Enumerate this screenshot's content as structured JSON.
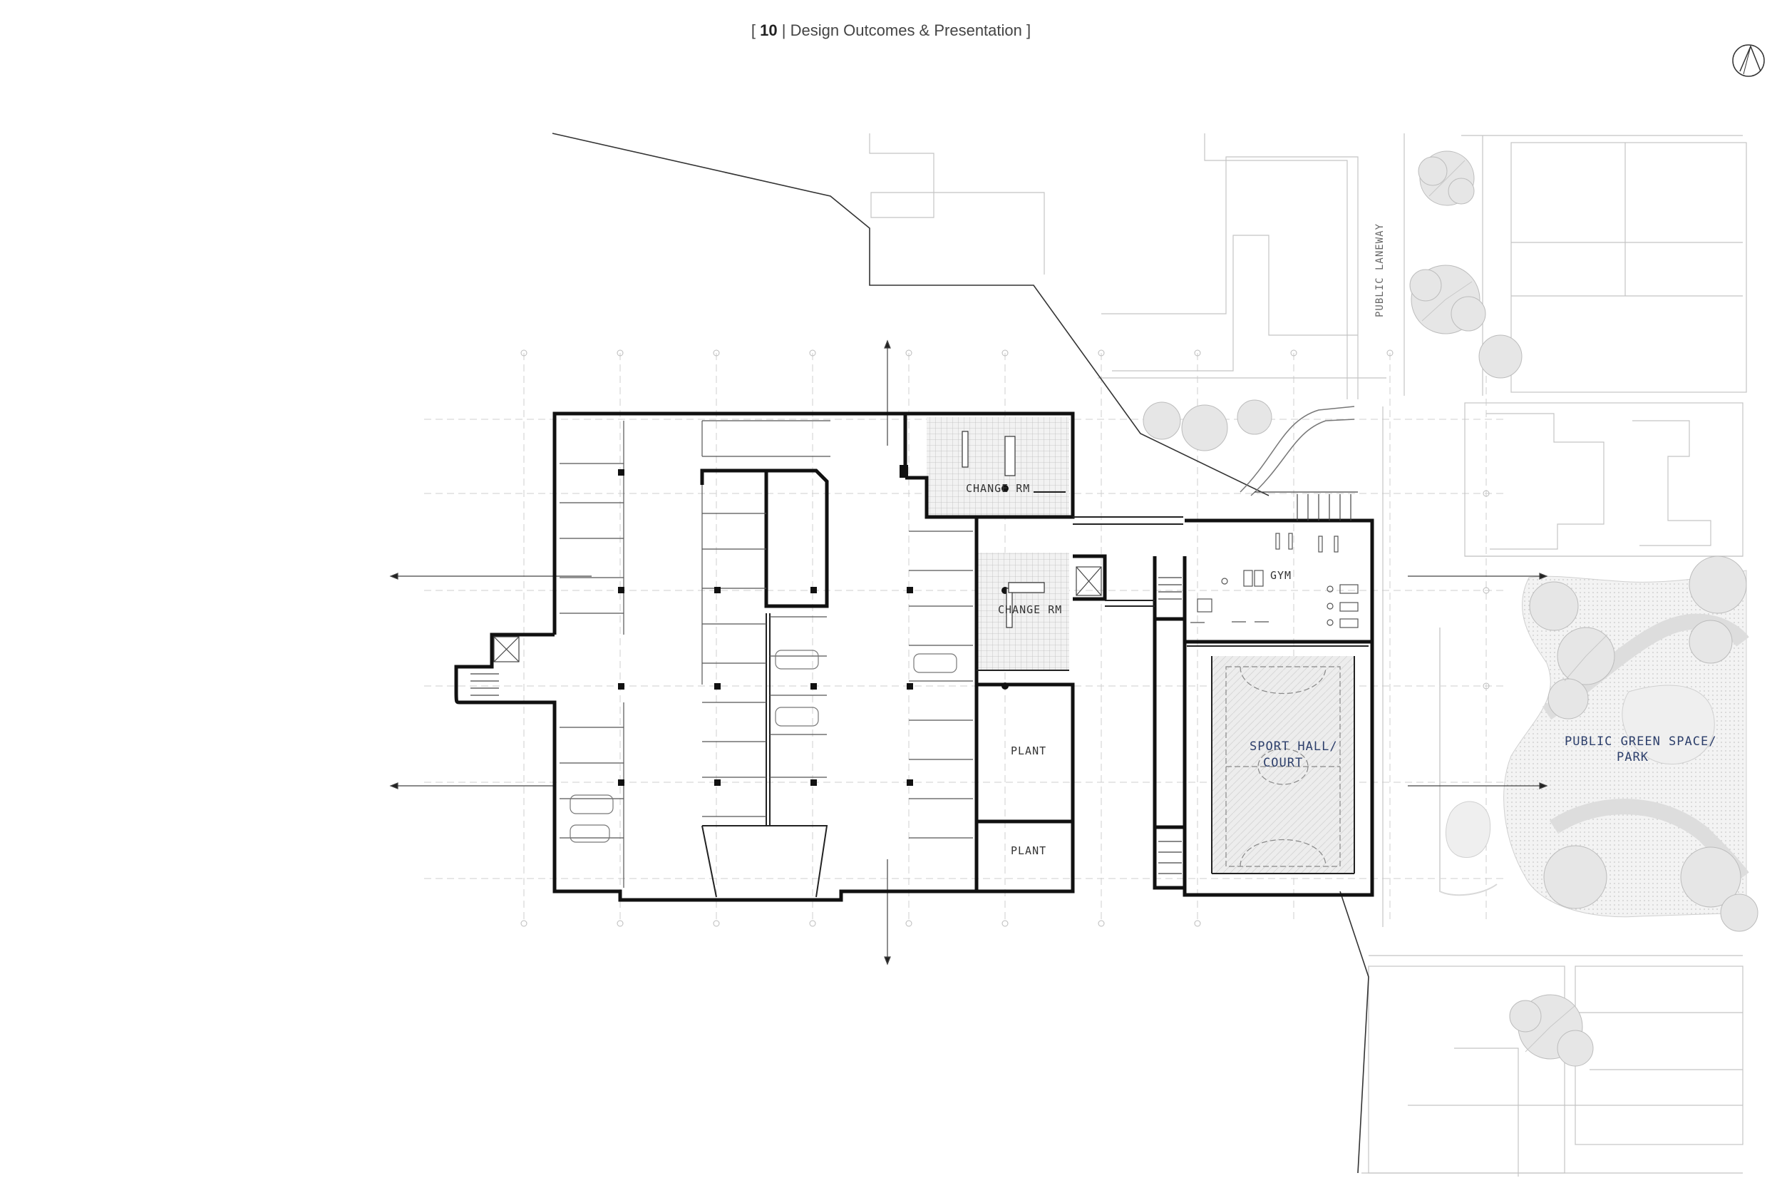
{
  "header": {
    "open": "[",
    "number": "10",
    "title": "| Design Outcomes & Presentation ]"
  },
  "labels": {
    "change_rm_upper": "CHANGE RM",
    "change_rm_lower": "CHANGE RM",
    "gym": "GYM",
    "plant_upper": "PLANT",
    "plant_lower": "PLANT",
    "sport_hall_line1": "SPORT HALL/",
    "sport_hall_line2": "COURT",
    "green_space_line1": "PUBLIC GREEN SPACE/",
    "green_space_line2": "PARK",
    "laneway": "PUBLIC LANEWAY"
  },
  "icons": {
    "north_arrow": "north-arrow-icon",
    "tree": "tree-icon",
    "car": "car-icon"
  }
}
